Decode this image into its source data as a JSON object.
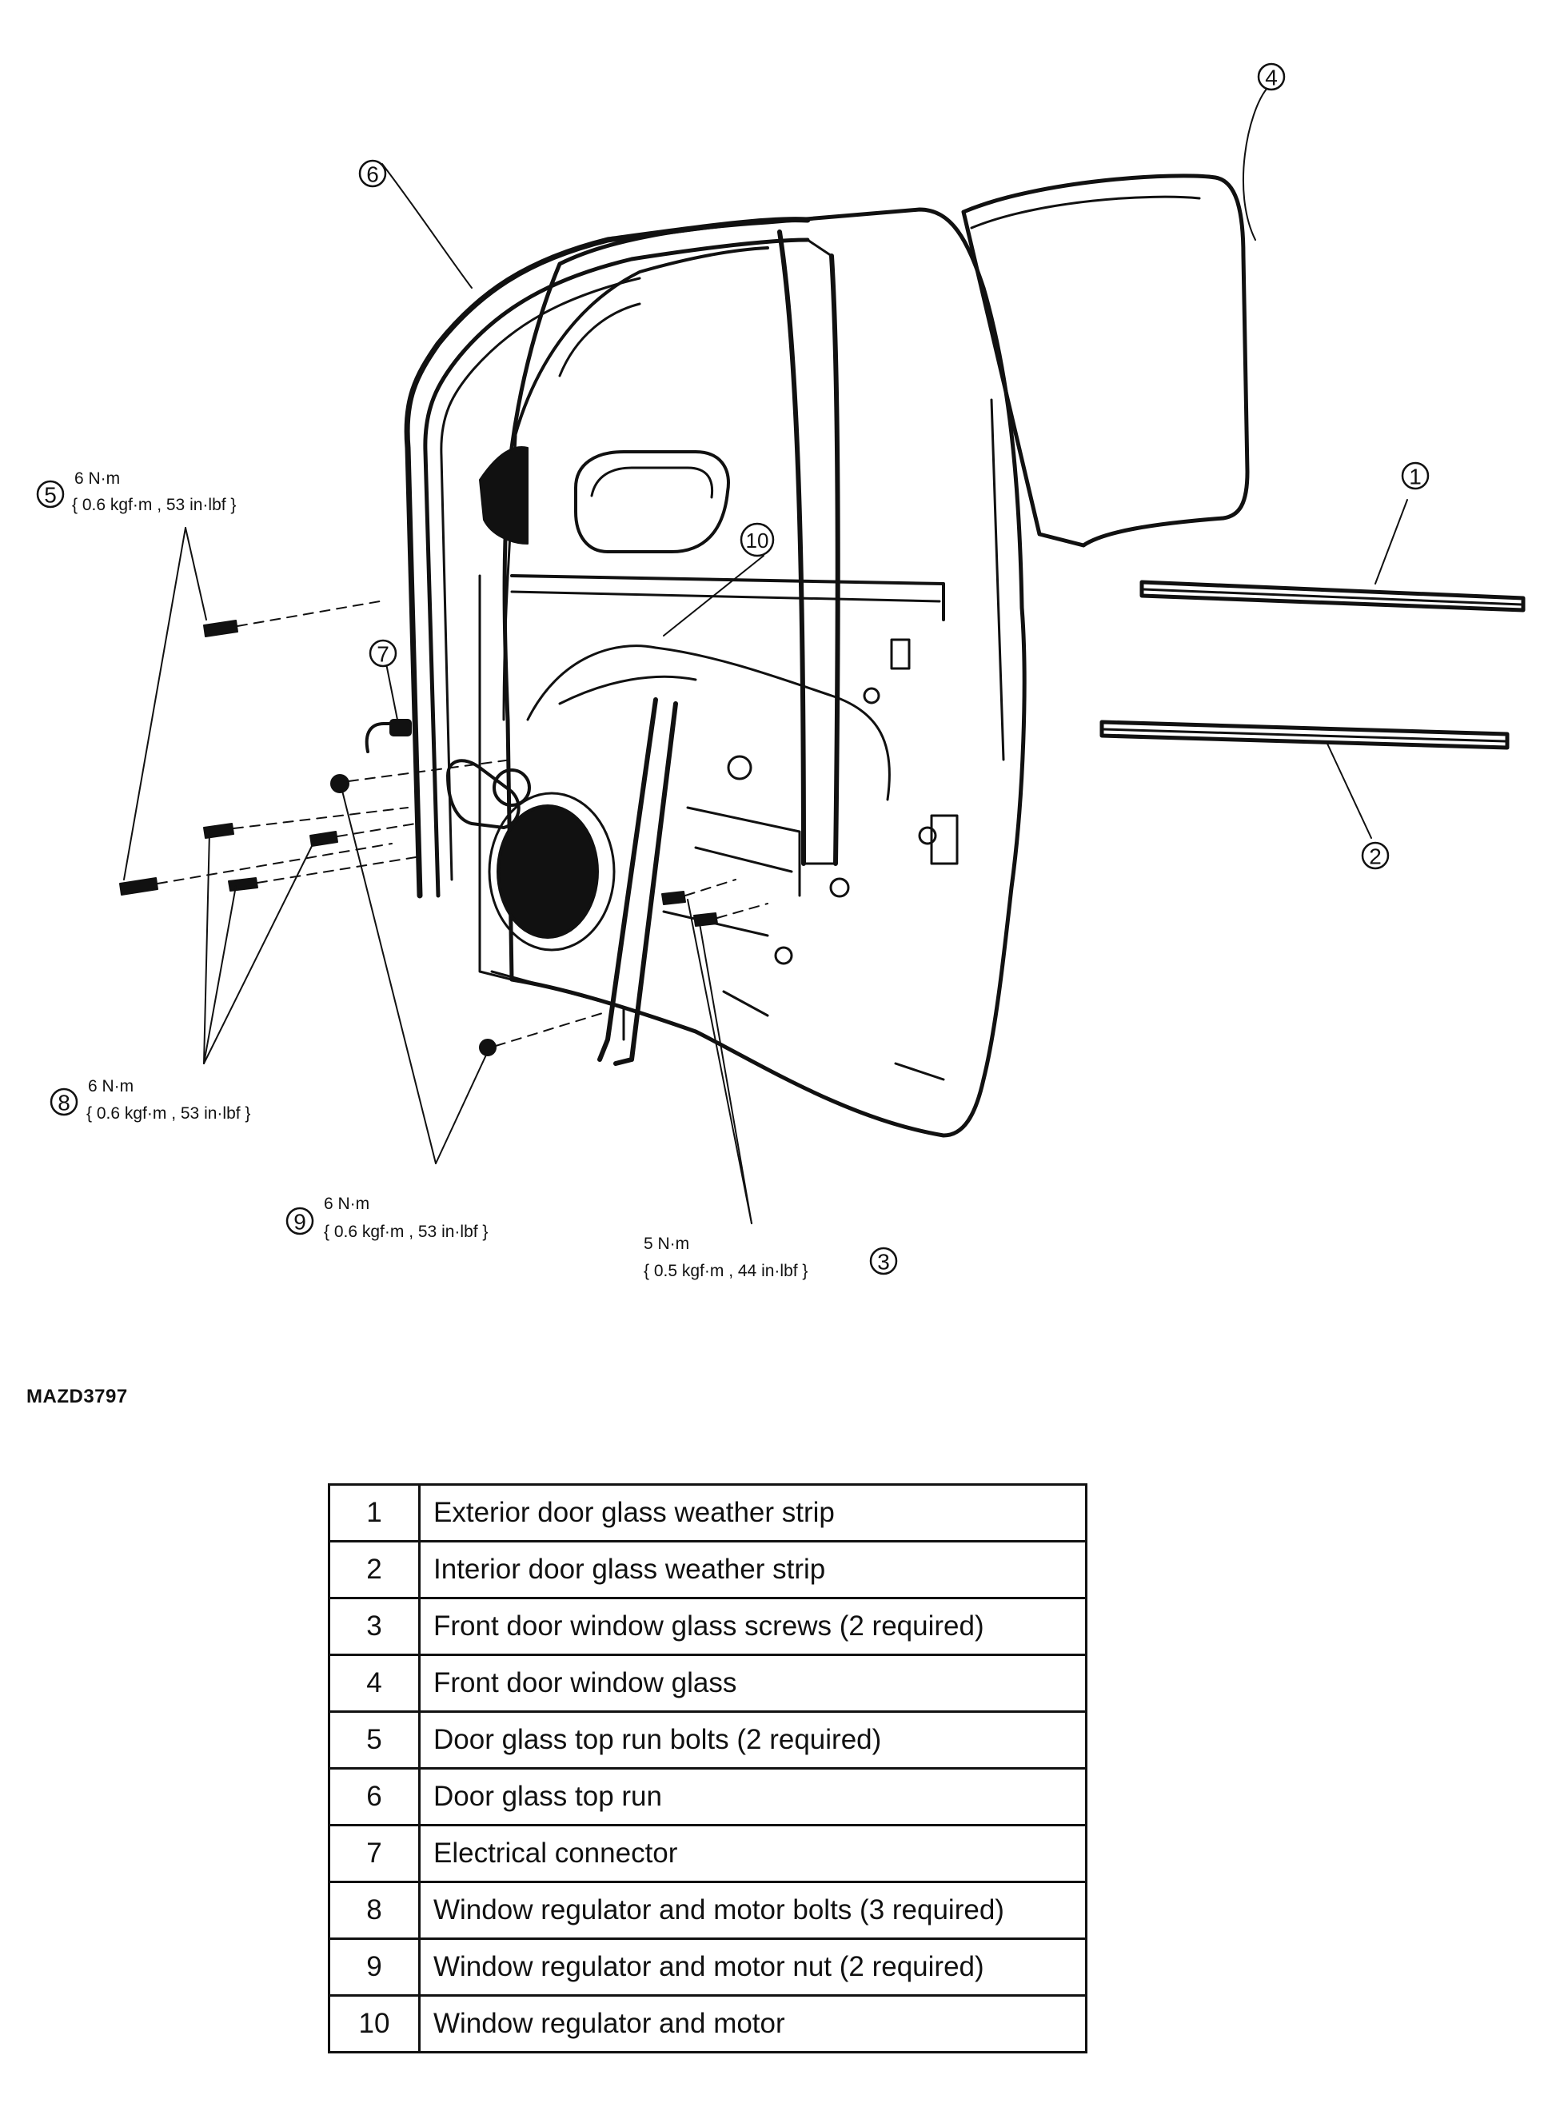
{
  "figure_id": "MAZD3797",
  "callouts": [
    {
      "num": "1"
    },
    {
      "num": "2"
    },
    {
      "num": "3",
      "torque": "5 N·m",
      "torque_alt": "{ 0.5 kgf·m , 44 in·lbf }"
    },
    {
      "num": "4"
    },
    {
      "num": "5",
      "torque": "6 N·m",
      "torque_alt": "{ 0.6 kgf·m , 53 in·lbf }"
    },
    {
      "num": "6"
    },
    {
      "num": "7"
    },
    {
      "num": "8",
      "torque": "6 N·m",
      "torque_alt": "{ 0.6 kgf·m , 53 in·lbf }"
    },
    {
      "num": "9",
      "torque": "6 N·m",
      "torque_alt": "{ 0.6 kgf·m , 53 in·lbf }"
    },
    {
      "num": "10"
    }
  ],
  "legend": [
    {
      "num": "1",
      "desc": "Exterior door glass weather strip"
    },
    {
      "num": "2",
      "desc": "Interior door glass weather strip"
    },
    {
      "num": "3",
      "desc": "Front door window glass screws (2 required)"
    },
    {
      "num": "4",
      "desc": "Front door window glass"
    },
    {
      "num": "5",
      "desc": "Door glass top run bolts (2 required)"
    },
    {
      "num": "6",
      "desc": "Door glass top run"
    },
    {
      "num": "7",
      "desc": "Electrical connector"
    },
    {
      "num": "8",
      "desc": "Window regulator and motor bolts (3 required)"
    },
    {
      "num": "9",
      "desc": "Window regulator and motor nut (2 required)"
    },
    {
      "num": "10",
      "desc": "Window regulator and motor"
    }
  ]
}
